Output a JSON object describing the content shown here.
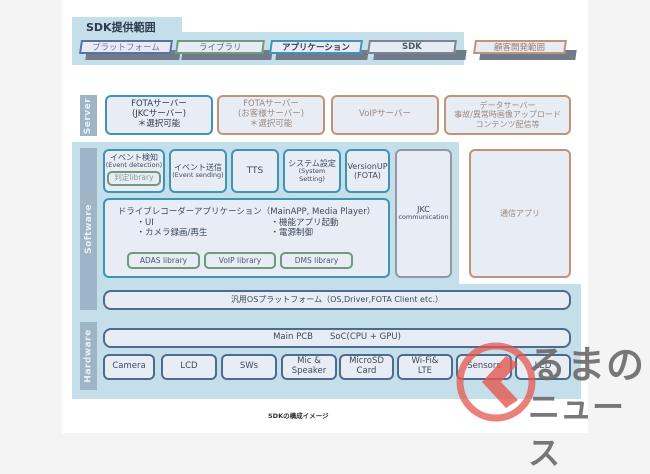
{
  "legend": {
    "title": "SDK提供範囲",
    "tabs": [
      {
        "label": "プラットフォーム",
        "color": "#5b6fa3"
      },
      {
        "label": "ライブラリ",
        "color": "#6f9a7c"
      },
      {
        "label": "アプリケーション",
        "color": "#3f94b6"
      },
      {
        "label": "SDK",
        "color": "#7a8494"
      },
      {
        "label": "顧客開発範囲",
        "color": "#c19479"
      }
    ]
  },
  "server": {
    "label": "Server",
    "boxes": [
      {
        "lines": [
          "FOTAサーバー",
          "(JKCサーバー)",
          "＊選択可能"
        ]
      },
      {
        "lines": [
          "FOTAサーバー",
          "(お客様サーバー)",
          "＊選択可能"
        ]
      },
      {
        "lines": [
          "VoIPサーバー"
        ]
      },
      {
        "lines": [
          "データサーバー",
          "事故/異常時画像アップロード",
          "コンテンツ配信等"
        ]
      }
    ]
  },
  "software": {
    "label": "Software",
    "modules": [
      {
        "title": "イベント検知",
        "sub": "(Event detection)",
        "lib": "判定library"
      },
      {
        "title": "イベント送信",
        "sub": "(Event sending)"
      },
      {
        "title": "TTS"
      },
      {
        "title": "システム設定",
        "sub": "(System Setting)"
      },
      {
        "title": "VersionUP",
        "sub": "(FOTA)"
      }
    ],
    "app": {
      "title": "ドライブレコーダーアプリケーション（MainAPP, Media Player）",
      "bullets_left": [
        "・UI",
        "・カメラ録画/再生"
      ],
      "bullets_right": [
        "・機能アプリ起動",
        "・電源制御"
      ],
      "libraries": [
        "ADAS library",
        "VoIP library",
        "DMS library"
      ]
    },
    "jkc": {
      "title": "JKC",
      "sub": "communication"
    },
    "comm_app": "通信アプリ",
    "os_platform": "汎用OSプラットフォーム（OS,Driver,FOTA Client etc.）"
  },
  "hardware": {
    "label": "Hardware",
    "pcb": "Main PCB　　SoC(CPU + GPU)",
    "components": [
      {
        "lines": [
          "Camera"
        ]
      },
      {
        "lines": [
          "LCD"
        ]
      },
      {
        "lines": [
          "SWs"
        ]
      },
      {
        "lines": [
          "Mic &",
          "Speaker"
        ]
      },
      {
        "lines": [
          "MicroSD",
          "Card"
        ]
      },
      {
        "lines": [
          "Wi-Fi&",
          "LTE"
        ]
      },
      {
        "lines": [
          "Sensors"
        ]
      },
      {
        "lines": [
          "LED"
        ]
      }
    ]
  },
  "caption": "SDKの構成イメージ",
  "watermark": {
    "line1": "るまの",
    "line2": "ニュース"
  }
}
